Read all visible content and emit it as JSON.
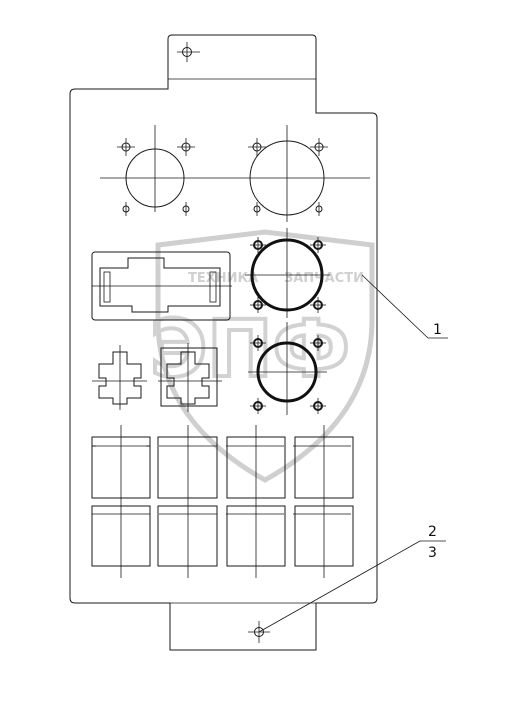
{
  "callouts": [
    {
      "id": "1",
      "label": "1"
    },
    {
      "id": "2",
      "label": "2"
    },
    {
      "id": "3",
      "label": "3"
    }
  ],
  "watermark": {
    "line1_left": "ТЕХНИКА",
    "line1_right": "ЗАПЧАСТИ",
    "logo": "ЭПФ"
  }
}
